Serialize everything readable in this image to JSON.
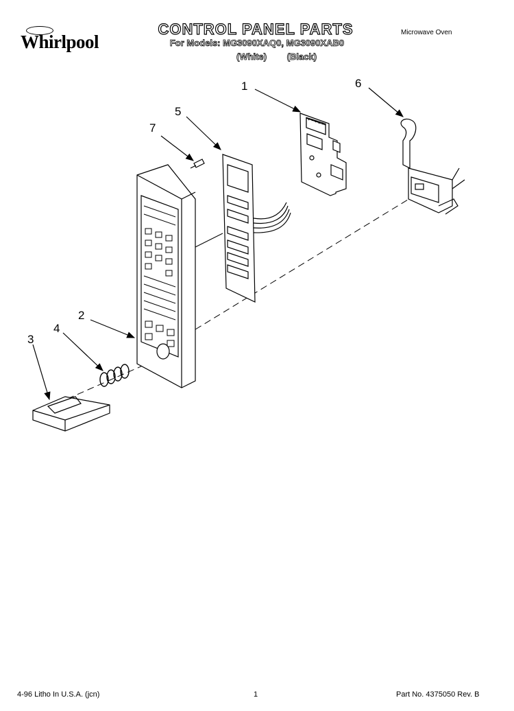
{
  "header": {
    "brand": "Whirlpool",
    "title": "CONTROL PANEL PARTS",
    "subtitle": "For Models: MG3090XAQ0, MG3090XAB0",
    "variants": [
      "(White)",
      "(Black)"
    ],
    "product": "Microwave Oven"
  },
  "callouts": [
    "1",
    "2",
    "3",
    "4",
    "5",
    "6",
    "7"
  ],
  "footer": {
    "litho": "4-96 Litho In U.S.A. (jcn)",
    "page": "1",
    "part_no": "Part No. 4375050 Rev. B"
  },
  "icons": [
    "whirlpool-logo-icon",
    "arrow-icon"
  ]
}
